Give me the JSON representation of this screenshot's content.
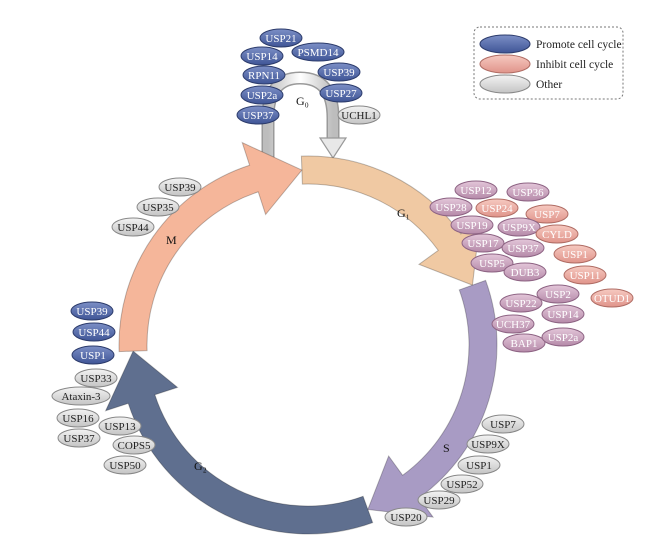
{
  "phases": {
    "g0": "G₀",
    "g1": "G₁",
    "s": "S",
    "g2": "G₂",
    "m": "M"
  },
  "legend": {
    "promote": "Promote cell cycle",
    "inhibit": "Inhibit cell cycle",
    "other": "Other"
  },
  "colors": {
    "promote": "#4a5f9e",
    "inhibit": "#e9a39a",
    "other": "#d9d9d9",
    "mauve": "#c9a2bd",
    "g1_arrow": "#f0c9a3",
    "s_arrow": "#a89bc4",
    "g2_arrow": "#5f6f8f",
    "m_arrow": "#f5b69a"
  },
  "groups": {
    "g0": [
      {
        "label": "USP21",
        "type": "promote"
      },
      {
        "label": "PSMD14",
        "type": "promote"
      },
      {
        "label": "USP14",
        "type": "promote"
      },
      {
        "label": "USP39",
        "type": "promote"
      },
      {
        "label": "RPN11",
        "type": "promote"
      },
      {
        "label": "USP2a",
        "type": "promote"
      },
      {
        "label": "USP27",
        "type": "promote"
      },
      {
        "label": "USP37",
        "type": "promote"
      },
      {
        "label": "UCHL1",
        "type": "other"
      }
    ],
    "g1": [
      {
        "label": "USP12",
        "type": "mauve"
      },
      {
        "label": "USP36",
        "type": "mauve"
      },
      {
        "label": "USP28",
        "type": "mauve"
      },
      {
        "label": "USP24",
        "type": "inhibit"
      },
      {
        "label": "USP7",
        "type": "inhibit"
      },
      {
        "label": "USP19",
        "type": "mauve"
      },
      {
        "label": "USP9X",
        "type": "mauve"
      },
      {
        "label": "CYLD",
        "type": "inhibit"
      },
      {
        "label": "USP17",
        "type": "mauve"
      },
      {
        "label": "USP37",
        "type": "mauve"
      },
      {
        "label": "USP1",
        "type": "inhibit"
      },
      {
        "label": "USP5",
        "type": "mauve"
      },
      {
        "label": "DUB3",
        "type": "mauve"
      },
      {
        "label": "USP11",
        "type": "inhibit"
      },
      {
        "label": "USP2",
        "type": "mauve"
      },
      {
        "label": "OTUD1",
        "type": "inhibit"
      },
      {
        "label": "USP22",
        "type": "mauve"
      },
      {
        "label": "USP14",
        "type": "mauve"
      },
      {
        "label": "UCH37",
        "type": "mauve"
      },
      {
        "label": "BAP1",
        "type": "mauve"
      },
      {
        "label": "USP2a",
        "type": "mauve"
      }
    ],
    "s": [
      {
        "label": "USP7",
        "type": "other"
      },
      {
        "label": "USP9X",
        "type": "other"
      },
      {
        "label": "USP1",
        "type": "other"
      },
      {
        "label": "USP52",
        "type": "other"
      },
      {
        "label": "USP29",
        "type": "other"
      },
      {
        "label": "USP20",
        "type": "other"
      }
    ],
    "g2": [
      {
        "label": "USP39",
        "type": "promote"
      },
      {
        "label": "USP44",
        "type": "promote"
      },
      {
        "label": "USP1",
        "type": "promote"
      },
      {
        "label": "USP33",
        "type": "other"
      },
      {
        "label": "Ataxin-3",
        "type": "other"
      },
      {
        "label": "USP16",
        "type": "other"
      },
      {
        "label": "USP13",
        "type": "other"
      },
      {
        "label": "USP37",
        "type": "other"
      },
      {
        "label": "COPS5",
        "type": "other"
      },
      {
        "label": "USP50",
        "type": "other"
      }
    ],
    "m": [
      {
        "label": "USP39",
        "type": "other"
      },
      {
        "label": "USP35",
        "type": "other"
      },
      {
        "label": "USP44",
        "type": "other"
      }
    ]
  }
}
